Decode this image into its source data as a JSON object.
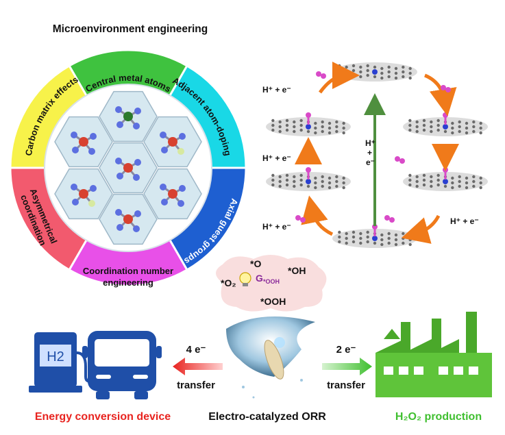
{
  "title": "Microenvironment engineering",
  "wheel": {
    "segments": [
      {
        "label": "Central metal atoms",
        "color": "#3fc23f"
      },
      {
        "label": "Adjacent atom-doping",
        "color": "#19d8e6"
      },
      {
        "label": "Axial guest groups",
        "color": "#1e5fd1"
      },
      {
        "label": "Coordination number engineering",
        "color": "#e850e8"
      },
      {
        "label": "Asymmetrical coordination",
        "color": "#f25a6e"
      },
      {
        "label": "Carbon matrix effects",
        "color": "#f7f24a"
      }
    ],
    "coordination_line1": "Coordination number",
    "coordination_line2": "engineering",
    "asym_line1": "Asymmetrical",
    "asym_line2": "coordination"
  },
  "cycle": {
    "step_label": "H⁺ + e⁻",
    "center_h": "H⁺",
    "center_plus": "+",
    "center_e": "e⁻"
  },
  "intermediates": {
    "o": "*O",
    "o2": "*O₂",
    "oh": "*OH",
    "ooh": "*OOH",
    "g_label": "G",
    "g_sub": "*OOH"
  },
  "bottom": {
    "h2_label": "H2",
    "left_electrons": "4 e⁻",
    "left_transfer": "transfer",
    "right_electrons": "2 e⁻",
    "right_transfer": "transfer",
    "left_caption": "Energy conversion device",
    "center_caption": "Electro-catalyzed ORR",
    "right_caption": "H₂O₂ production"
  },
  "colors": {
    "left_caption": "#e8231f",
    "right_caption": "#3fbf2f",
    "bus": "#1f4fa8",
    "factory": "#5fc43a",
    "cloud": "#f8d8d8"
  }
}
